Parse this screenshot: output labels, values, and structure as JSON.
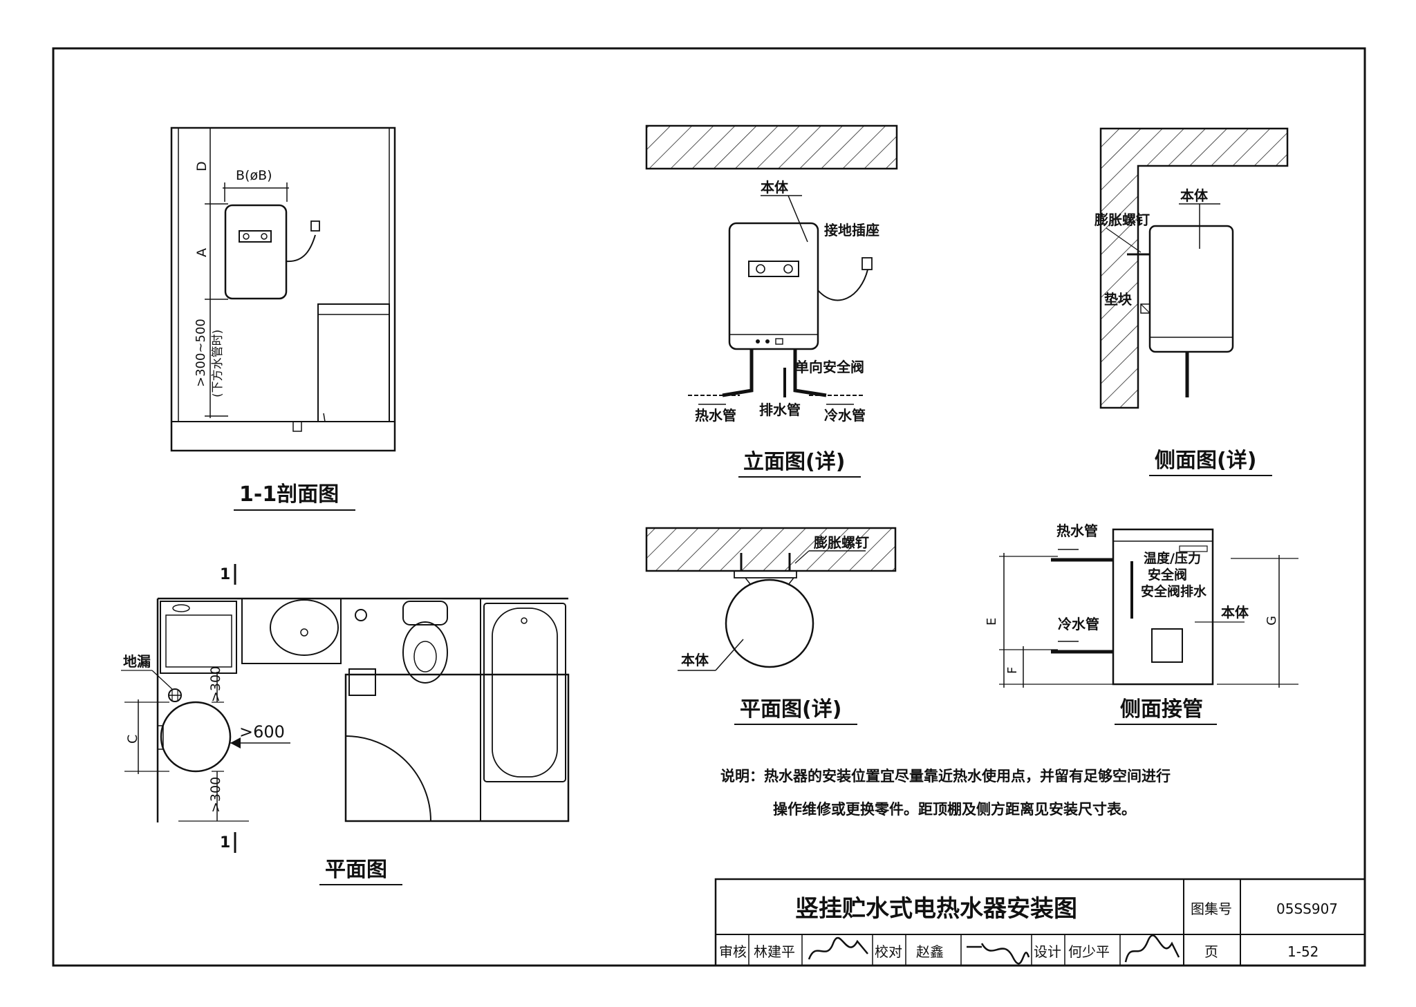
{
  "section_view": {
    "caption": "1-1剖面图",
    "dim_D": "D",
    "dim_A": "A",
    "dim_B": "B(øB)",
    "dim_lower": ">300~500",
    "dim_lower_note": "(下方水管时)"
  },
  "elevation_detail": {
    "caption": "立面图(详)",
    "body_label": "本体",
    "socket_label": "接地插座",
    "valve_label": "单向安全阀",
    "hot_pipe_label": "热水管",
    "drain_pipe_label": "排水管",
    "cold_pipe_label": "冷水管"
  },
  "side_detail": {
    "caption": "侧面图(详)",
    "body_label": "本体",
    "bolt_label": "膨胀螺钉",
    "pad_label": "垫块"
  },
  "plan_detail": {
    "caption": "平面图(详)",
    "bolt_label": "膨胀螺钉",
    "body_label": "本体"
  },
  "side_piping": {
    "caption": "侧面接管",
    "hot_pipe_label": "热水管",
    "cold_pipe_label": "冷水管",
    "valve_line1": "温度/压力",
    "valve_line2": "安全阀",
    "valve_line3": "安全阀排水",
    "body_label": "本体",
    "dim_E": "E",
    "dim_F": "F",
    "dim_G": "G"
  },
  "plan_view": {
    "caption": "平面图",
    "floor_drain_label": "地漏",
    "dim_top": ">300",
    "dim_bottom": ">300",
    "dim_front": ">600",
    "dim_C": "C",
    "section_mark_top": "1",
    "section_mark_bottom": "1"
  },
  "notes": {
    "line1": "说明：热水器的安装位置宜尽量靠近热水使用点，并留有足够空间进行",
    "line2": "操作维修或更换零件。距顶棚及侧方距离见安装尺寸表。"
  },
  "title_block": {
    "title": "竖挂贮水式电热水器安装图",
    "atlas_label": "图集号",
    "atlas_no": "05SS907",
    "review_label": "审核",
    "reviewer": "林建平",
    "check_label": "校对",
    "checker": "赵鑫",
    "design_label": "设计",
    "designer": "何少平",
    "page_label": "页",
    "page_no": "1-52"
  }
}
